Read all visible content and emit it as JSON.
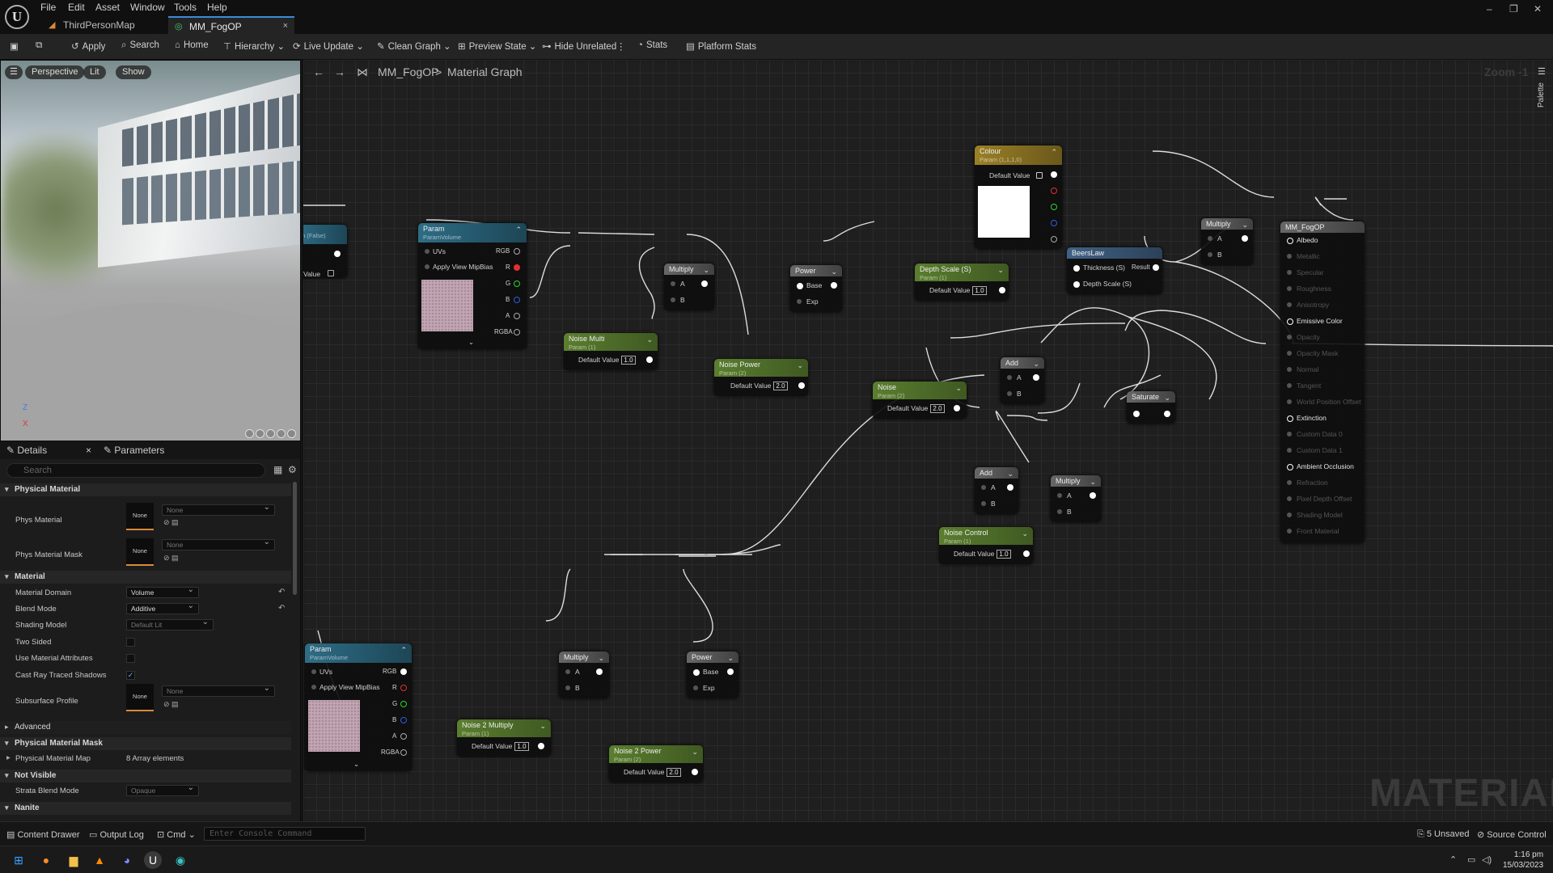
{
  "menu": [
    "File",
    "Edit",
    "Asset",
    "Window",
    "Tools",
    "Help"
  ],
  "tabs": [
    {
      "label": "ThirdPersonMap",
      "icon": "level-icon"
    },
    {
      "label": "MM_FogOP",
      "icon": "material-icon",
      "close": "×"
    }
  ],
  "window_controls": {
    "minimize": "–",
    "restore": "❐",
    "close": "✕"
  },
  "toolbar": {
    "apply": "Apply",
    "search": "Search",
    "home": "Home",
    "hierarchy": "Hierarchy",
    "live_update": "Live Update",
    "clean_graph": "Clean Graph",
    "preview_state": "Preview State",
    "hide_unrelated": "Hide Unrelated",
    "stats": "Stats",
    "platform_stats": "Platform Stats"
  },
  "viewport": {
    "menu": "☰",
    "perspective": "Perspective",
    "lit": "Lit",
    "show": "Show",
    "axis_z": "Z",
    "axis_x": "X"
  },
  "details": {
    "tab_details": "Details",
    "tab_details_close": "×",
    "tab_parameters": "Parameters",
    "search_placeholder": "Search",
    "sections": {
      "physical_material": "Physical Material",
      "material": "Material",
      "advanced": "Advanced",
      "physical_material_mask": "Physical Material Mask",
      "not_visible": "Not Visible",
      "nanite": "Nanite"
    },
    "props": {
      "phys_material": "Phys Material",
      "phys_material_value": "None",
      "phys_material_thumb": "None",
      "phys_material_mask": "Phys Material Mask",
      "phys_material_mask_value": "None",
      "phys_material_mask_thumb": "None",
      "material_domain": "Material Domain",
      "material_domain_value": "Volume",
      "blend_mode": "Blend Mode",
      "blend_mode_value": "Additive",
      "shading_model": "Shading Model",
      "shading_model_value": "Default Lit",
      "two_sided": "Two Sided",
      "use_material_attributes": "Use Material Attributes",
      "cast_ray_traced_shadows": "Cast Ray Traced Shadows",
      "cast_ray_traced_shadows_checked": "✓",
      "subsurface_profile": "Subsurface Profile",
      "subsurface_profile_value": "None",
      "subsurface_profile_thumb": "None",
      "physical_material_map": "Physical Material Map",
      "physical_material_map_value": "8 Array elements",
      "strata_blend_mode": "Strata Blend Mode",
      "strata_blend_mode_value": "Opaque"
    }
  },
  "graph": {
    "breadcrumb_asset": "MM_FogOP",
    "breadcrumb_sep": ">",
    "breadcrumb_graph": "Material Graph",
    "zoom": "Zoom -1",
    "palette": "Palette",
    "watermark": "MATERIAL"
  },
  "nodes": {
    "param_false": {
      "title": "m (False)",
      "value_label": "Value"
    },
    "param_volume_top": {
      "title": "Param",
      "sub": "ParamVolume",
      "uvs": "UVs",
      "mip": "Apply View MipBias",
      "rgb": "RGB",
      "r": "R",
      "g": "G",
      "b": "B",
      "a": "A",
      "rgba": "RGBA"
    },
    "multiply_1": {
      "title": "Multiply",
      "a": "A",
      "b": "B"
    },
    "noise_multi": {
      "title": "Noise Multi",
      "sub": "Param (1)",
      "label": "Default Value",
      "value": "1.0"
    },
    "power_1": {
      "title": "Power",
      "base": "Base",
      "exp": "Exp"
    },
    "noise_power": {
      "title": "Noise Power",
      "sub": "Param (2)",
      "label": "Default Value",
      "value": "2.0"
    },
    "depth_scale": {
      "title": "Depth Scale (S)",
      "sub": "Param (1)",
      "label": "Default Value",
      "value": "1.0"
    },
    "colour": {
      "title": "Colour",
      "sub": "Param (1,1,1,0)",
      "label": "Default Value"
    },
    "beerslaw": {
      "title": "BeersLaw",
      "thickness": "Thickness (S)",
      "depth": "Depth Scale (S)",
      "result": "Result"
    },
    "multiply_2": {
      "title": "Multiply",
      "a": "A",
      "b": "B"
    },
    "noise": {
      "title": "Noise",
      "sub": "Param (2)",
      "label": "Default Value",
      "value": "2.0"
    },
    "add_1": {
      "title": "Add",
      "a": "A",
      "b": "B"
    },
    "saturate": {
      "title": "Saturate"
    },
    "add_2": {
      "title": "Add",
      "a": "A",
      "b": "B"
    },
    "multiply_3": {
      "title": "Multiply",
      "a": "A",
      "b": "B"
    },
    "noise_control": {
      "title": "Noise Control",
      "sub": "Param (1)",
      "label": "Default Value",
      "value": "1.0"
    },
    "param_volume_bottom": {
      "title": "Param",
      "sub": "ParamVolume",
      "uvs": "UVs",
      "mip": "Apply View MipBias",
      "rgb": "RGB",
      "r": "R",
      "g": "G",
      "b": "B",
      "a": "A",
      "rgba": "RGBA"
    },
    "multiply_4": {
      "title": "Multiply",
      "a": "A",
      "b": "B"
    },
    "power_2": {
      "title": "Power",
      "base": "Base",
      "exp": "Exp"
    },
    "noise2_multiply": {
      "title": "Noise 2 Multiply",
      "sub": "Param (1)",
      "label": "Default Value",
      "value": "1.0"
    },
    "noise2_power": {
      "title": "Noise 2 Power",
      "sub": "Param (2)",
      "label": "Default Value",
      "value": "2.0"
    },
    "output": {
      "title": "MM_FogOP",
      "pins": [
        "Albedo",
        "Metallic",
        "Specular",
        "Roughness",
        "Anisotropy",
        "Emissive Color",
        "Opacity",
        "Opacity Mask",
        "Normal",
        "Tangent",
        "World Position Offset",
        "Extinction",
        "Custom Data 0",
        "Custom Data 1",
        "Ambient Occlusion",
        "Refraction",
        "Pixel Depth Offset",
        "Shading Model",
        "Front Material"
      ],
      "active": [
        0,
        5,
        11,
        14
      ]
    }
  },
  "statusbar": {
    "content_drawer": "Content Drawer",
    "output_log": "Output Log",
    "cmd": "Cmd",
    "console_placeholder": "Enter Console Command",
    "unsaved": "5 Unsaved",
    "source_control": "Source Control"
  },
  "taskbar": {
    "time": "1:16 pm",
    "date": "15/03/2023"
  },
  "colors": {
    "accent": "#3d8bd8",
    "param_green": "#5b7e2f",
    "texture_teal": "#2e6d86",
    "math_gray": "#676767",
    "vector_gold": "#9b8027",
    "function_blue": "#416287"
  }
}
